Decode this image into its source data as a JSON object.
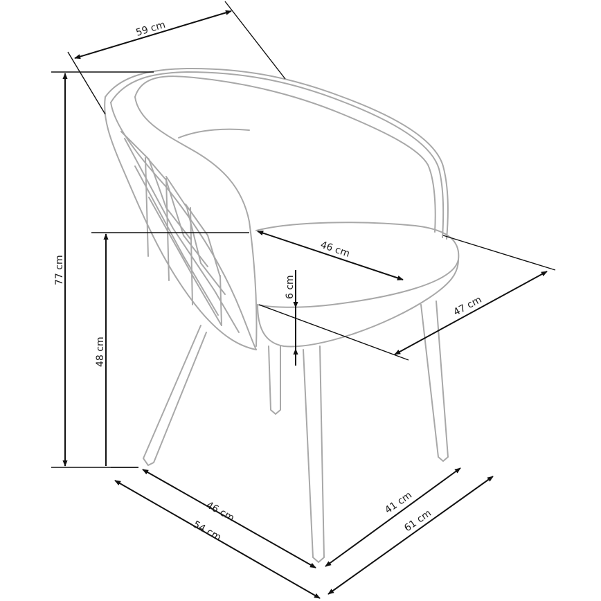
{
  "diagram": {
    "subject": "Upholstered dining armchair with quilted back and four tapered legs",
    "colors": {
      "outline": "#a8a8a8",
      "dimension_lines": "#111111",
      "background": "#ffffff"
    },
    "dimensions": {
      "overall_width": {
        "label": "59 cm"
      },
      "overall_height": {
        "label": "77 cm"
      },
      "seat_height": {
        "label": "48 cm"
      },
      "seat_width": {
        "label": "46 cm"
      },
      "seat_depth": {
        "label": "47 cm"
      },
      "seat_thickness": {
        "label": "6 cm"
      },
      "leg_span_width": {
        "label": "46 cm"
      },
      "overall_depth_left": {
        "label": "54 cm"
      },
      "leg_span_depth": {
        "label": "41 cm"
      },
      "overall_depth_right": {
        "label": "61 cm"
      }
    }
  }
}
